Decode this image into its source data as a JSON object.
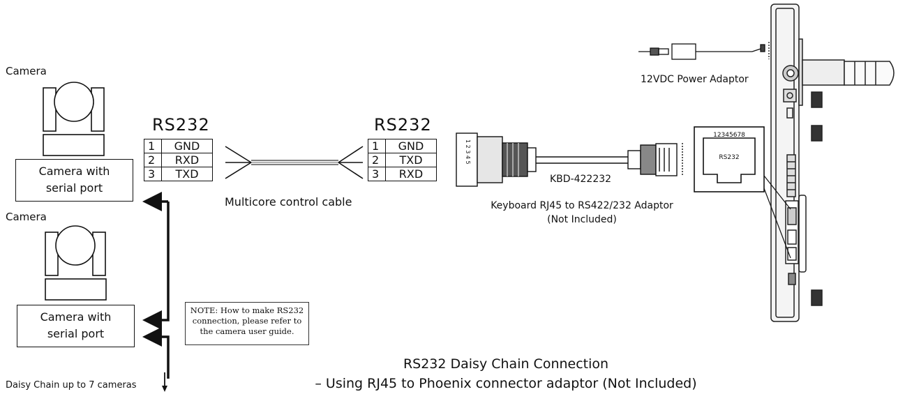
{
  "title_line1": "RS232 Daisy Chain Connection",
  "title_line2": "– Using RJ45 to Phoenix connector adaptor (Not Included)",
  "camera1": {
    "label": "Camera",
    "box_line1": "Camera with",
    "box_line2": "serial port"
  },
  "camera2": {
    "label": "Camera",
    "box_line1": "Camera with",
    "box_line2": "serial port"
  },
  "daisy_chain_label": "Daisy Chain up to 7 cameras",
  "note": {
    "line1": "NOTE: How to make RS232",
    "line2": "connection, please refer to",
    "line3": "the camera user guide."
  },
  "left_table": {
    "title": "RS232",
    "rows": [
      {
        "pin": "1",
        "signal": "GND"
      },
      {
        "pin": "2",
        "signal": "RXD"
      },
      {
        "pin": "3",
        "signal": "TXD"
      }
    ]
  },
  "right_table": {
    "title": "RS232",
    "rows": [
      {
        "pin": "1",
        "signal": "GND"
      },
      {
        "pin": "2",
        "signal": "TXD"
      },
      {
        "pin": "3",
        "signal": "RXD"
      }
    ]
  },
  "cable_label": "Multicore control cable",
  "phoenix_pins": "1 2 3 4 5",
  "adaptor": {
    "model": "KBD-422232",
    "line1": "Keyboard RJ45 to RS422/232 Adaptor",
    "line2": "(Not Included)"
  },
  "power_adaptor_label": "12VDC Power Adaptor",
  "rj45_port": {
    "pins": "12345678",
    "label": "RS232"
  }
}
